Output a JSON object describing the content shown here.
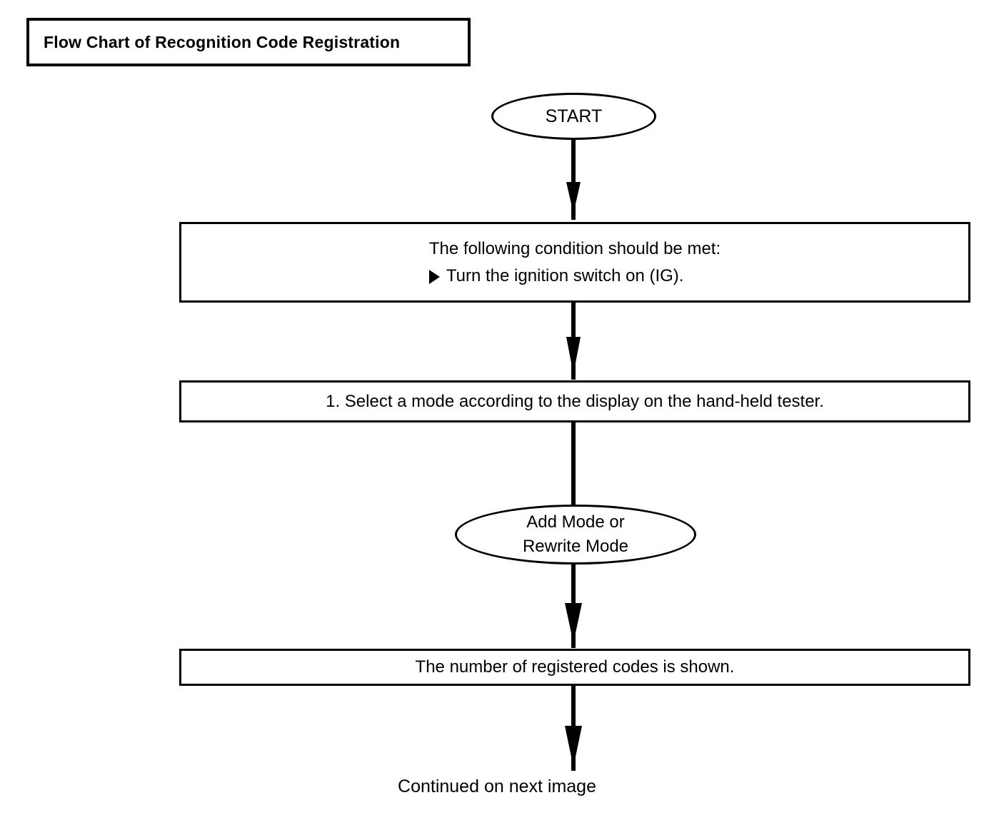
{
  "document": {
    "title": "Flow Chart of Recognition Code Registration"
  },
  "colors": {
    "stroke": "#000000",
    "background": "#ffffff",
    "text": "#000000"
  },
  "flowchart": {
    "type": "flowchart",
    "orientation": "top-to-bottom",
    "nodes": [
      {
        "id": "start",
        "shape": "oval",
        "label": "START"
      },
      {
        "id": "condition",
        "shape": "rectangle",
        "line1": "The following condition should be met:",
        "bullet_icon": "solid-right-triangle",
        "line2": "Turn the ignition switch on (IG)."
      },
      {
        "id": "select-mode",
        "shape": "rectangle",
        "label": "1. Select a mode according to the display on the hand-held tester."
      },
      {
        "id": "mode-choice",
        "shape": "oval",
        "line1": "Add Mode or",
        "line2": "Rewrite Mode"
      },
      {
        "id": "registered-count",
        "shape": "rectangle",
        "label": "The number of registered codes is shown."
      }
    ],
    "edges": [
      {
        "from": "start",
        "to": "condition",
        "arrowhead": true
      },
      {
        "from": "condition",
        "to": "select-mode",
        "arrowhead": true
      },
      {
        "from": "select-mode",
        "to": "mode-choice",
        "arrowhead": false
      },
      {
        "from": "mode-choice",
        "to": "registered-count",
        "arrowhead": true
      },
      {
        "from": "registered-count",
        "to": "continued",
        "arrowhead": true
      }
    ],
    "footer": "Continued on next image"
  }
}
